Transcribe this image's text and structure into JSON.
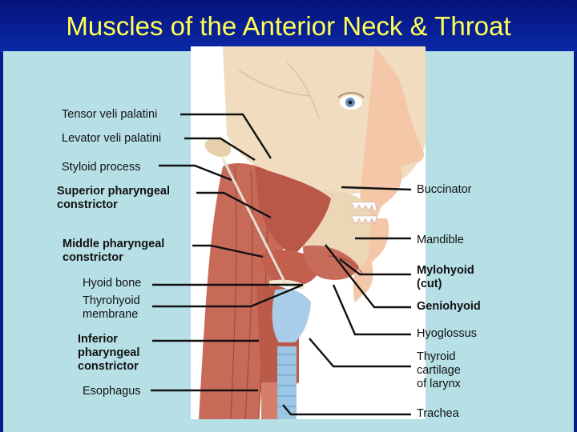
{
  "title": "Muscles of the Anterior Neck & Throat",
  "left_labels": [
    {
      "id": "tensor-veli-palatini",
      "text": "Tensor veli palatini",
      "bold": false
    },
    {
      "id": "levator-veli-palatini",
      "text": "Levator veli palatini",
      "bold": false
    },
    {
      "id": "styloid-process",
      "text": "Styloid process",
      "bold": false
    },
    {
      "id": "superior-pharyngeal-constrictor",
      "text": "Superior pharyngeal\nconstrictor",
      "bold": true
    },
    {
      "id": "middle-pharyngeal-constrictor",
      "text": "Middle pharyngeal\nconstrictor",
      "bold": true
    },
    {
      "id": "hyoid-bone",
      "text": "Hyoid bone",
      "bold": false
    },
    {
      "id": "thyrohyoid-membrane",
      "text": "Thyrohyoid\nmembrane",
      "bold": false
    },
    {
      "id": "inferior-pharyngeal-constrictor",
      "text": "Inferior\npharyngeal\nconstrictor",
      "bold": true
    },
    {
      "id": "esophagus",
      "text": "Esophagus",
      "bold": false
    }
  ],
  "right_labels": [
    {
      "id": "buccinator",
      "text": "Buccinator",
      "bold": false
    },
    {
      "id": "mandible",
      "text": "Mandible",
      "bold": false
    },
    {
      "id": "mylohyoid",
      "text": "Mylohyoid\n(cut)",
      "bold": true
    },
    {
      "id": "geniohyoid",
      "text": "Geniohyoid",
      "bold": true
    },
    {
      "id": "hyoglossus",
      "text": "Hyoglossus",
      "bold": false
    },
    {
      "id": "thyroid-cartilage",
      "text": "Thyroid\ncartilage\nof larynx",
      "bold": false
    },
    {
      "id": "trachea",
      "text": "Trachea",
      "bold": false
    }
  ],
  "colors": {
    "background": "#0a1a8a",
    "title": "#ffff55",
    "panel": "#b7dfe6"
  }
}
